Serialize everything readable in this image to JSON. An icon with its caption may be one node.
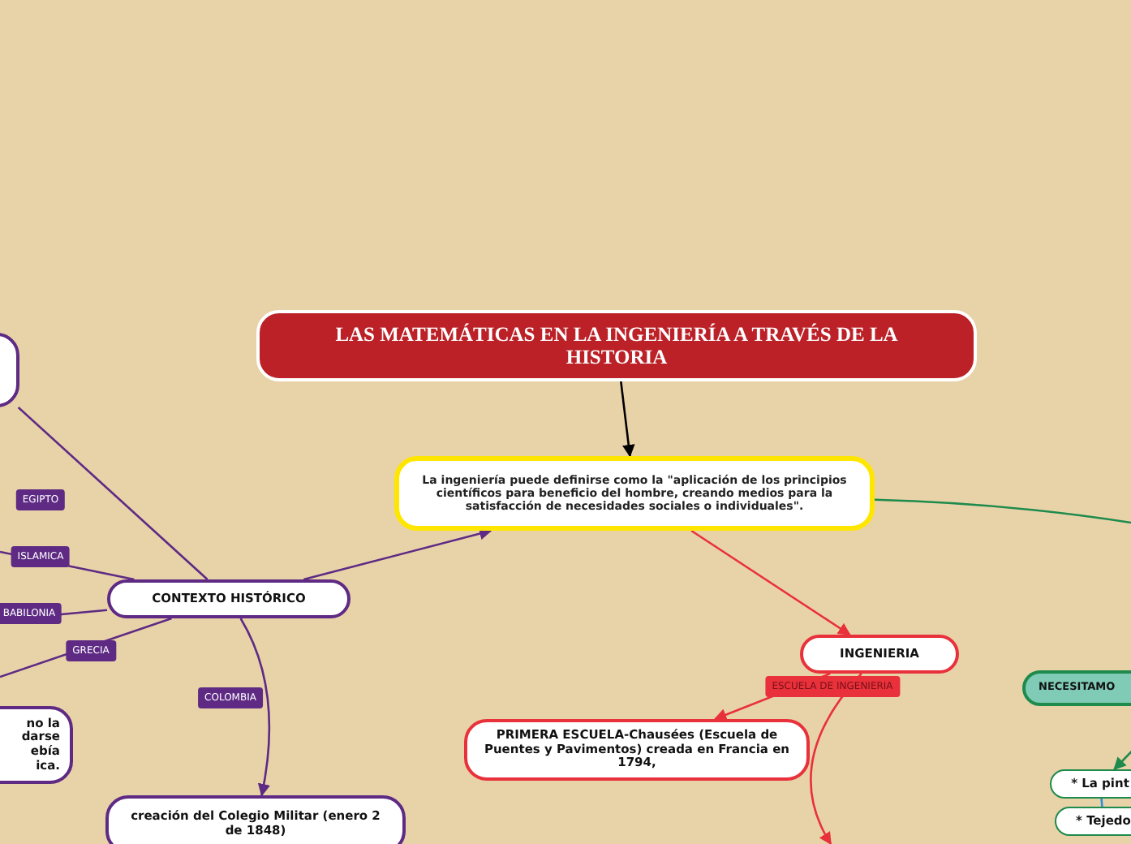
{
  "diagram": {
    "nodes": [
      {
        "text": [
          "LAS MATEMÁTICAS EN LA INGENIERÍA A TRAVÉS DE LA HISTORIA"
        ]
      },
      {
        "text": [
          "La ingeniería puede definirse como la \"aplicación de los principios científicos para beneficio del hombre, creando medios para la satisfacción de necesidades sociales o individuales\"."
        ]
      },
      {
        "text": [
          "CONTEXTO HISTÓRICO"
        ]
      },
      {
        "text": [],
        "shape": "box"
      },
      {
        "text": [
          "no la darse ebía ica."
        ]
      },
      {
        "text": [
          "creación del Colegio Militar (enero 2 de 1848)"
        ]
      },
      {
        "text": [
          "INGENIERIA"
        ]
      },
      {
        "text": [
          "PRIMERA ESCUELA-Chausées (Escuela de Puentes y Pavimentos) creada en Francia en 1794,"
        ]
      },
      {
        "text": [
          "NECESITAMO"
        ]
      },
      {
        "text": [
          "* La pint"
        ]
      },
      {
        "text": [
          "* Tejedo"
        ]
      }
    ],
    "edges": [
      {
        "from": 0,
        "to": 1,
        "arrow": "to",
        "color": "#000000"
      },
      {
        "from": 2,
        "to": 1,
        "arrow": "to"
      },
      {
        "from": 2,
        "to": 3,
        "arrow": "none",
        "label": "EGIPTO"
      },
      {
        "from": 2,
        "to": null,
        "arrow": "none",
        "label": "ISLAMICA"
      },
      {
        "from": 2,
        "to": null,
        "arrow": "none",
        "label": "BABILONIA"
      },
      {
        "from": 2,
        "to": null,
        "arrow": "none",
        "label": "GRECIA"
      },
      {
        "from": 2,
        "to": 5,
        "arrow": "to",
        "label": "COLOMBIA"
      },
      {
        "from": 1,
        "to": 6,
        "arrow": "to",
        "color": "#e8313b"
      },
      {
        "from": 6,
        "to": 7,
        "arrow": "to",
        "label": "ESCUELA DE INGENIERIA",
        "color": "#e8313b"
      },
      {
        "from": 6,
        "to": null,
        "arrow": "to",
        "color": "#e8313b"
      },
      {
        "from": 1,
        "to": null,
        "arrow": "none",
        "color": "#1e8a4c"
      },
      {
        "from": null,
        "to": 9,
        "arrow": "to",
        "color": "#1e8a4c"
      },
      {
        "from": 9,
        "to": 10,
        "arrow": "none",
        "color": "#2a8fd6"
      }
    ]
  }
}
